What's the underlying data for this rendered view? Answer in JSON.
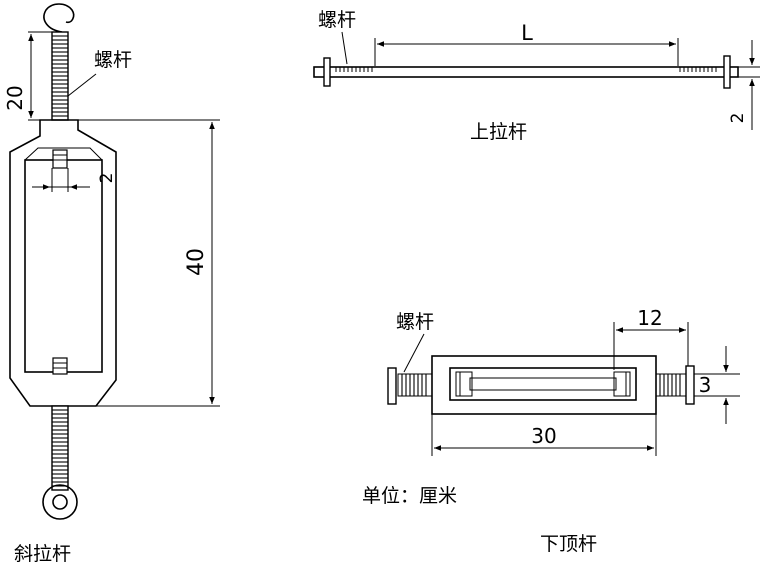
{
  "diagonal_rod": {
    "caption": "斜拉杆",
    "screw_label": "螺杆",
    "dim_thread": "20",
    "dim_length": "40",
    "dim_gap": "2"
  },
  "top_rod": {
    "caption": "上拉杆",
    "screw_label": "螺杆",
    "dim_length": "L",
    "dim_thickness": "2"
  },
  "bottom_rod": {
    "caption": "下顶杆",
    "screw_label": "螺杆",
    "dim_thread": "12",
    "dim_length": "30",
    "dim_diameter": "3"
  },
  "unit_note": "单位：厘米"
}
